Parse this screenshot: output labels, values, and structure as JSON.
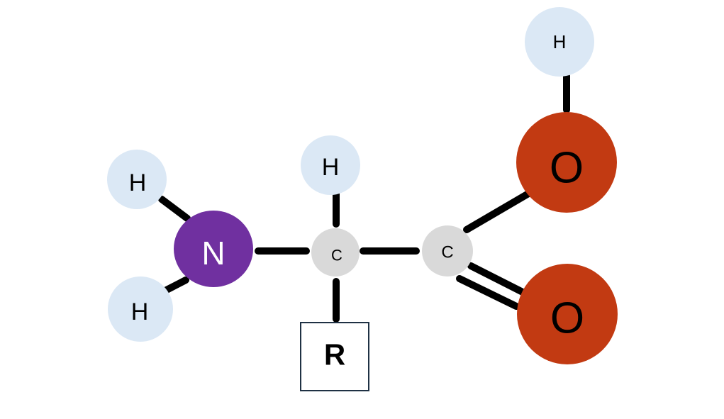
{
  "diagram": {
    "atoms": {
      "h_carboxyl": {
        "symbol": "H",
        "color": "#dbe8f5"
      },
      "o_hydroxyl": {
        "symbol": "O",
        "color": "#c23a12"
      },
      "o_carbonyl": {
        "symbol": "O",
        "color": "#c23a12"
      },
      "c_carboxyl": {
        "symbol": "C",
        "color": "#d9d9d9"
      },
      "c_alpha": {
        "symbol": "C",
        "color": "#d9d9d9"
      },
      "h_alpha": {
        "symbol": "H",
        "color": "#dbe8f5"
      },
      "n_amino": {
        "symbol": "N",
        "color": "#7030a0"
      },
      "h_amino_top": {
        "symbol": "H",
        "color": "#dbe8f5"
      },
      "h_amino_bottom": {
        "symbol": "H",
        "color": "#dbe8f5"
      }
    },
    "side_chain": {
      "label": "R",
      "border_color": "#1f3144"
    }
  }
}
